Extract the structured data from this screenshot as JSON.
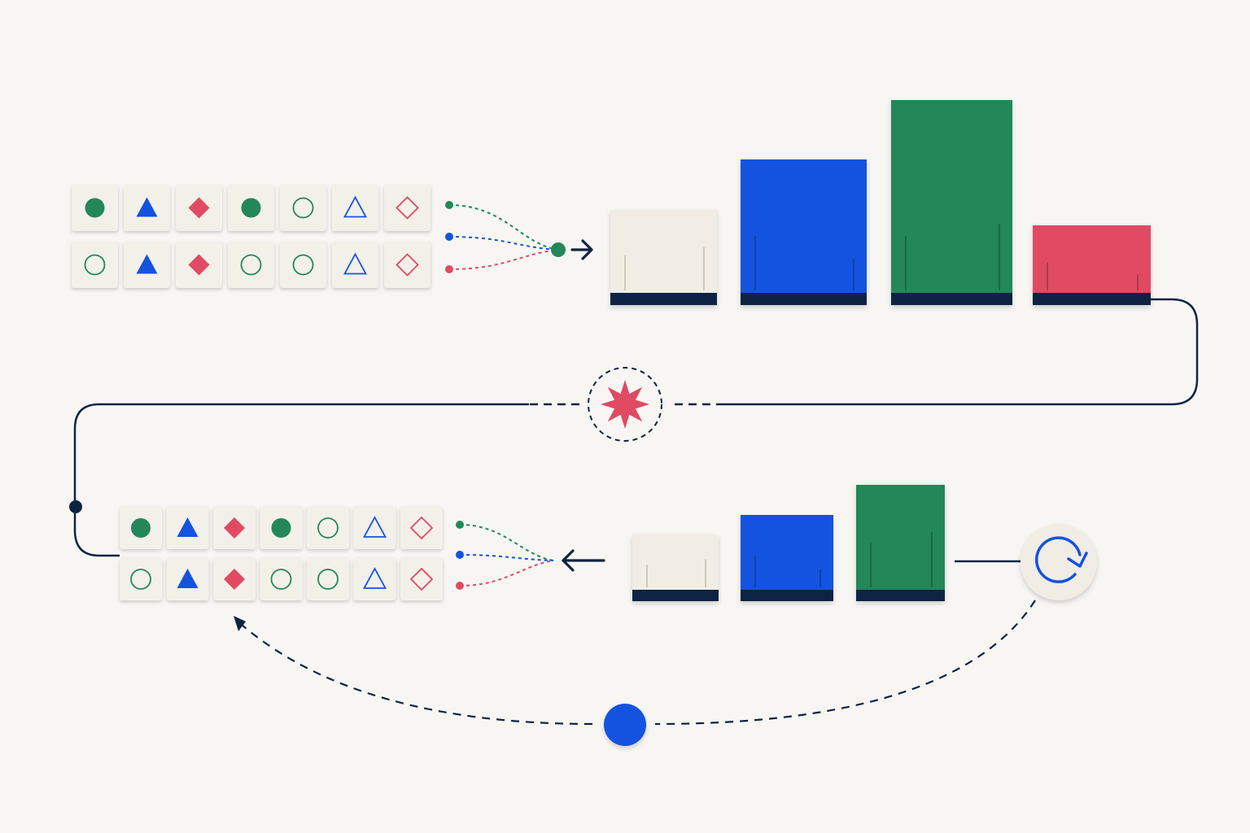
{
  "colors": {
    "background": "#f8f6f3",
    "navy": "#0e2344",
    "green": "#23875a",
    "blue": "#1453e0",
    "red": "#e04a63",
    "cream": "#f1ede4",
    "tile": "#f3f0e9"
  },
  "icons": {
    "merge_node": "green-dot-icon",
    "forward_arrow": "arrow-right-icon",
    "backward_arrow": "arrow-left-icon",
    "burst": "red-star-burst-icon",
    "refresh": "refresh-icon",
    "loop_dot": "blue-dot-icon"
  },
  "top_grid": [
    [
      "green-filled-circle",
      "blue-filled-triangle",
      "red-filled-diamond",
      "green-filled-circle",
      "green-outline-circle",
      "blue-outline-triangle",
      "red-outline-diamond"
    ],
    [
      "green-outline-circle",
      "blue-filled-triangle",
      "red-filled-diamond",
      "green-outline-circle",
      "green-outline-circle",
      "blue-outline-triangle",
      "red-outline-diamond"
    ]
  ],
  "bottom_grid": [
    [
      "green-filled-circle",
      "blue-filled-triangle",
      "red-filled-diamond",
      "green-filled-circle",
      "green-outline-circle",
      "blue-outline-triangle",
      "red-outline-diamond"
    ],
    [
      "green-outline-circle",
      "blue-filled-triangle",
      "red-filled-diamond",
      "green-outline-circle",
      "green-outline-circle",
      "blue-outline-triangle",
      "red-outline-diamond"
    ]
  ],
  "top_bars": [
    {
      "color": "cream",
      "level": 0.43
    },
    {
      "color": "blue",
      "level": 0.69
    },
    {
      "color": "green",
      "level": 1.0
    },
    {
      "color": "red",
      "level": 0.35
    }
  ],
  "bottom_bars": [
    {
      "color": "cream",
      "level": 0.53
    },
    {
      "color": "blue",
      "level": 0.71
    },
    {
      "color": "green",
      "level": 1.0
    }
  ]
}
